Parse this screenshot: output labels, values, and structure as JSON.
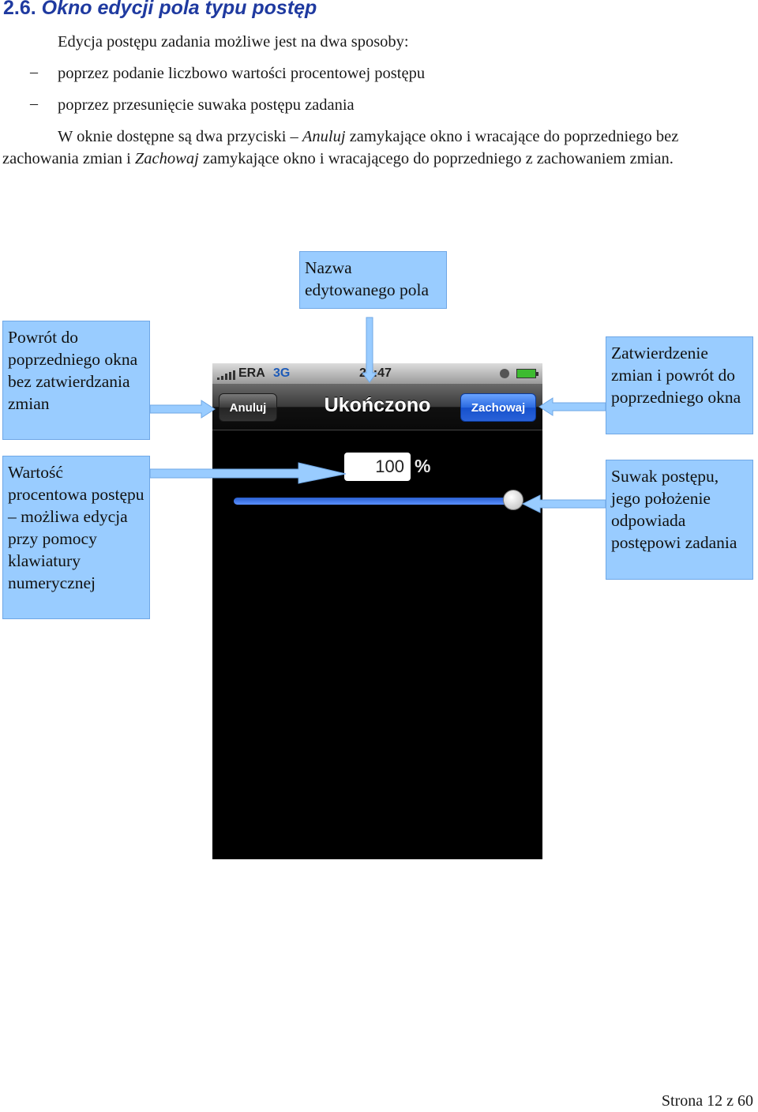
{
  "heading": {
    "number": "2.6.",
    "title": "Okno edycji pola typu postęp"
  },
  "intro": "Edycja postępu zadania możliwe jest na dwa sposoby:",
  "bullets": [
    "poprzez  podanie liczbowo wartości procentowej postępu",
    "poprzez przesunięcie suwaka postępu zadania"
  ],
  "bullet_marker": "–",
  "paragraph": {
    "p1": "W oknie dostępne są dwa przyciski – ",
    "anuluj": "Anuluj",
    "p2": " zamykające okno i wracające do poprzedniego bez zachowania zmian i ",
    "zachowaj": "Zachowaj",
    "p3": " zamykające okno i wracającego do poprzedniego z zachowaniem zmian."
  },
  "callouts": {
    "field_name": "Nazwa edytowanego pola",
    "back": "Powrót do poprzedniego okna  bez zatwierdzania zmian",
    "value": "Wartość procentowa postępu – możliwa edycja przy pomocy klawiatury numerycznej",
    "confirm": "Zatwierdzenie zmian i powrót do poprzedniego okna",
    "slider": "Suwak postępu, jego położenie odpowiada postępowi zadania"
  },
  "phone": {
    "carrier": "ERA",
    "network": "3G",
    "time": "21:47",
    "cancel_label": "Anuluj",
    "title": "Ukończono",
    "save_label": "Zachowaj",
    "value": "100",
    "percent_sign": "%",
    "slider_fraction": 1.0
  },
  "colors": {
    "callout": "#99ccff",
    "arrow": "#99ccff",
    "heading": "#1f3aa0",
    "save_button": "#2b6ae0"
  },
  "footer": "Strona 12 z 60"
}
